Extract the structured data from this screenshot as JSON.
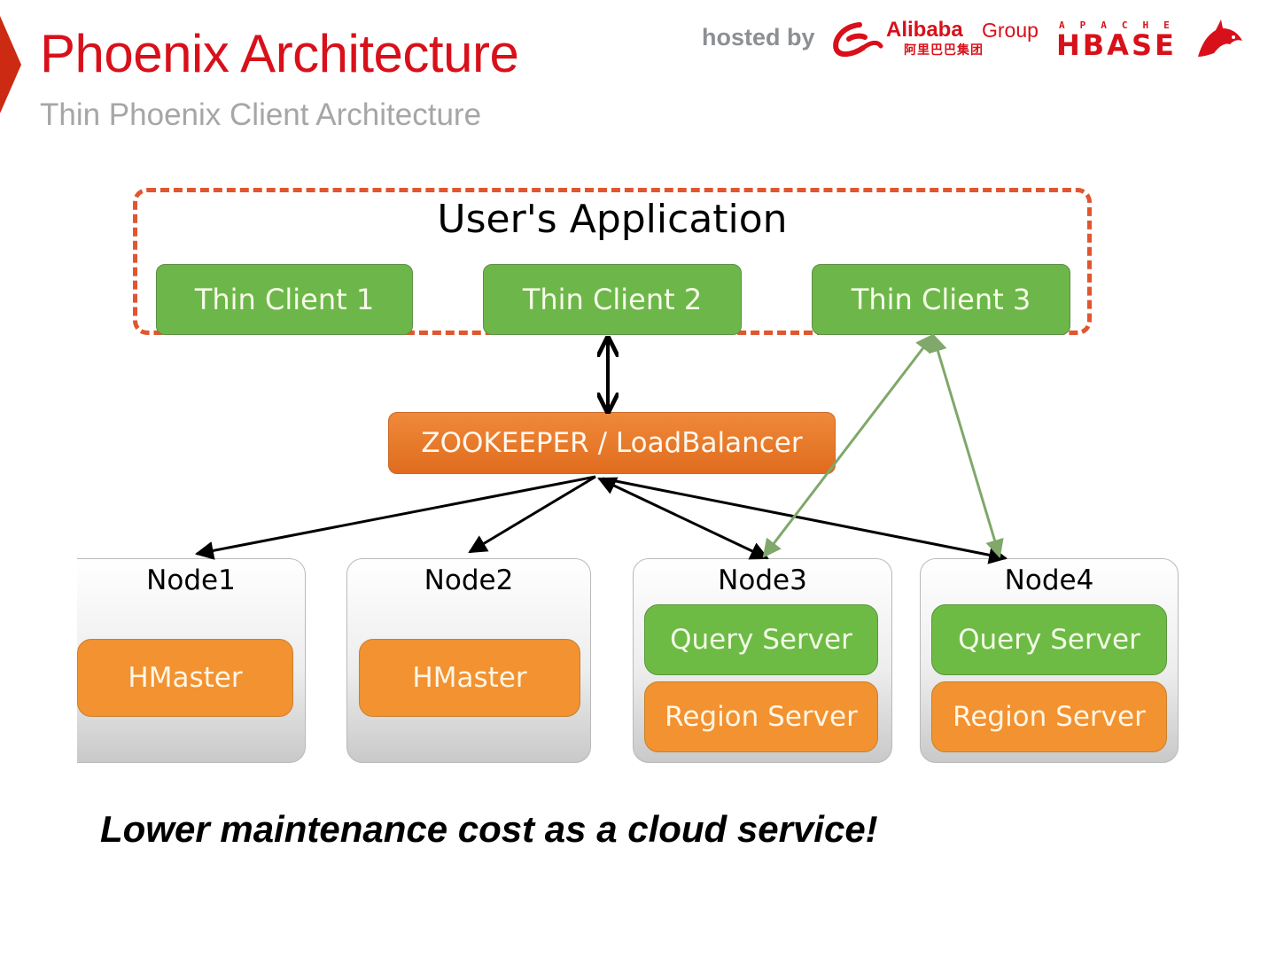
{
  "header": {
    "title": "Phoenix Architecture",
    "subtitle": "Thin Phoenix Client Architecture",
    "hosted_by": "hosted by",
    "sponsors": {
      "alibaba_name": "Alibaba",
      "alibaba_group": "Group",
      "alibaba_cn": "阿里巴巴集团",
      "apache_small": "APACHE",
      "hbase": "HBASE"
    }
  },
  "diagram": {
    "app_title": "User's Application",
    "clients": [
      "Thin Client 1",
      "Thin Client 2",
      "Thin Client 3"
    ],
    "balancer": "ZOOKEEPER / LoadBalancer",
    "nodes": [
      {
        "label": "Node1",
        "components": [
          "HMaster"
        ]
      },
      {
        "label": "Node2",
        "components": [
          "HMaster"
        ]
      },
      {
        "label": "Node3",
        "components": [
          "Query Server",
          "Region Server"
        ]
      },
      {
        "label": "Node4",
        "components": [
          "Query Server",
          "Region Server"
        ]
      }
    ],
    "connections": [
      {
        "from": "Thin Client 2",
        "to": "ZOOKEEPER / LoadBalancer",
        "style": "bidirectional",
        "color": "#000000"
      },
      {
        "from": "ZOOKEEPER / LoadBalancer",
        "to": "Node1",
        "color": "#000000"
      },
      {
        "from": "ZOOKEEPER / LoadBalancer",
        "to": "Node2",
        "color": "#000000"
      },
      {
        "from": "ZOOKEEPER / LoadBalancer",
        "to": "Node3",
        "style": "bidirectional",
        "color": "#000000"
      },
      {
        "from": "ZOOKEEPER / LoadBalancer",
        "to": "Node4",
        "color": "#000000"
      },
      {
        "from": "Thin Client 3",
        "to": "Node3",
        "style": "bidirectional",
        "color": "#7fa86a"
      },
      {
        "from": "Thin Client 3",
        "to": "Node4",
        "style": "bidirectional",
        "color": "#7fa86a"
      }
    ],
    "colors": {
      "client_green": "#6db74a",
      "balancer_orange": "#e87a28",
      "component_orange": "#f29230",
      "dashed_border": "#e0562e",
      "link_green": "#7fa86a"
    }
  },
  "tagline": "Lower maintenance cost as a cloud service!"
}
